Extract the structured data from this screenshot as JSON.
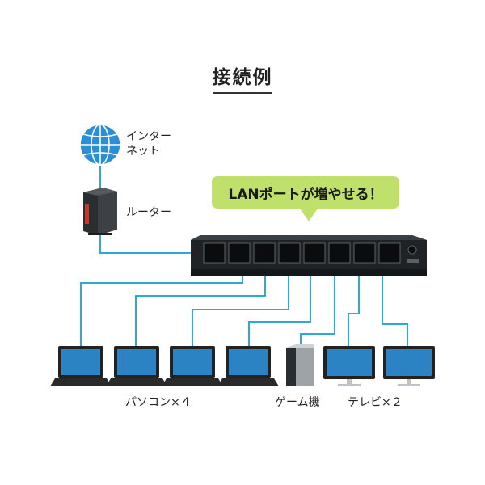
{
  "title": "接続例",
  "callout": "LANポートが増やせる！",
  "labels": {
    "internet_line1": "インター",
    "internet_line2": "ネット",
    "router": "ルーター",
    "pc": "パソコン×４",
    "game": "ゲーム機",
    "tv": "テレビ×２"
  },
  "colors": {
    "cable": "#2fa8d8",
    "callout_bg": "#bfe16b",
    "hub_body": "#1f2326",
    "globe": "#2a8fd6"
  },
  "icons": [
    "globe-icon",
    "router-icon",
    "switching-hub",
    "laptop-icon",
    "game-console-icon",
    "monitor-icon"
  ]
}
